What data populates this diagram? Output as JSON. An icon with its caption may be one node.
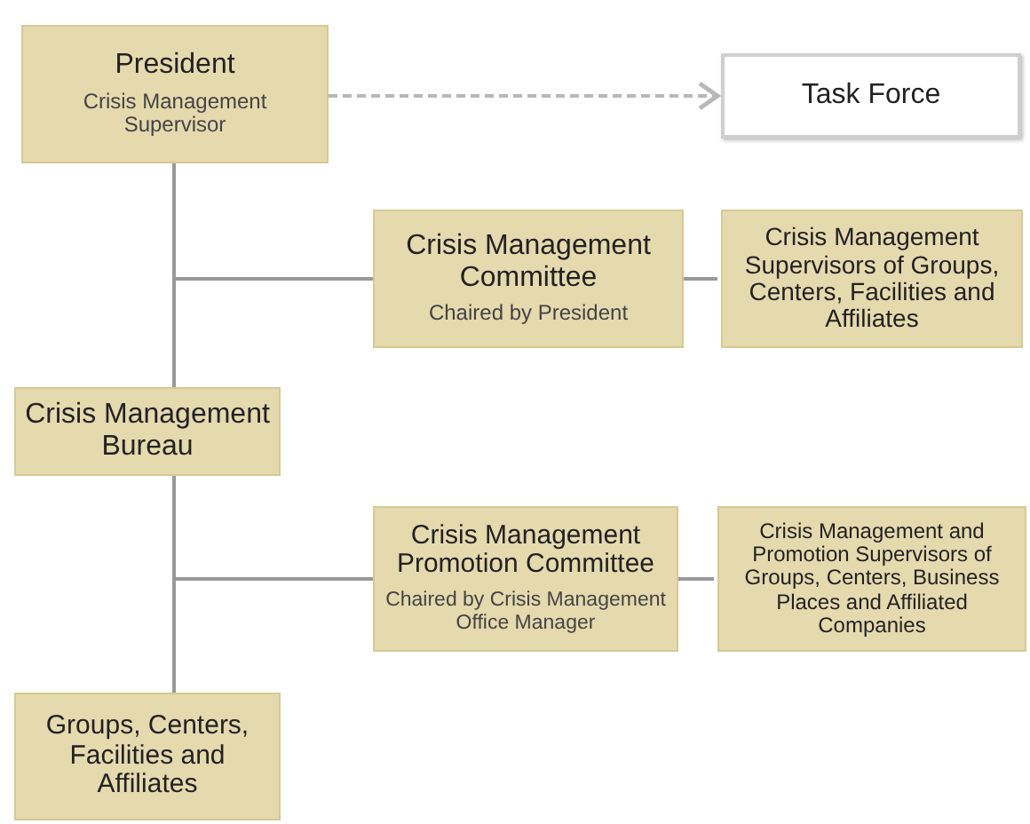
{
  "diagram": {
    "nodes": [
      {
        "text": [
          "President",
          "Crisis Management Supervisor"
        ]
      },
      {
        "text": [
          "Task Force"
        ]
      },
      {
        "text": [
          "Crisis Management Committee",
          "Chaired by President"
        ]
      },
      {
        "text": [
          "Crisis Management Supervisors of Groups, Centers, Facilities and Affiliates"
        ]
      },
      {
        "text": [
          "Crisis Management Bureau"
        ]
      },
      {
        "text": [
          "Crisis Management Promotion Committee",
          "Chaired by Crisis Management Office Manager"
        ]
      },
      {
        "text": [
          "Crisis Management and Promotion Supervisors of Groups, Centers, Business Places and Affiliated Companies"
        ]
      },
      {
        "text": [
          "Groups, Centers, Facilities and Affiliates"
        ]
      }
    ],
    "edges": [
      {
        "from": 0,
        "to": 1,
        "arrow": "to",
        "style": "dashed",
        "color": "#b8b8b8"
      },
      {
        "from": 0,
        "to": 2,
        "arrow": "none"
      },
      {
        "from": 2,
        "to": 3,
        "arrow": "none"
      },
      {
        "from": 0,
        "to": 4,
        "arrow": "none"
      },
      {
        "from": 4,
        "to": 5,
        "arrow": "none"
      },
      {
        "from": 5,
        "to": 6,
        "arrow": "none"
      },
      {
        "from": 4,
        "to": 7,
        "arrow": "none"
      }
    ]
  }
}
